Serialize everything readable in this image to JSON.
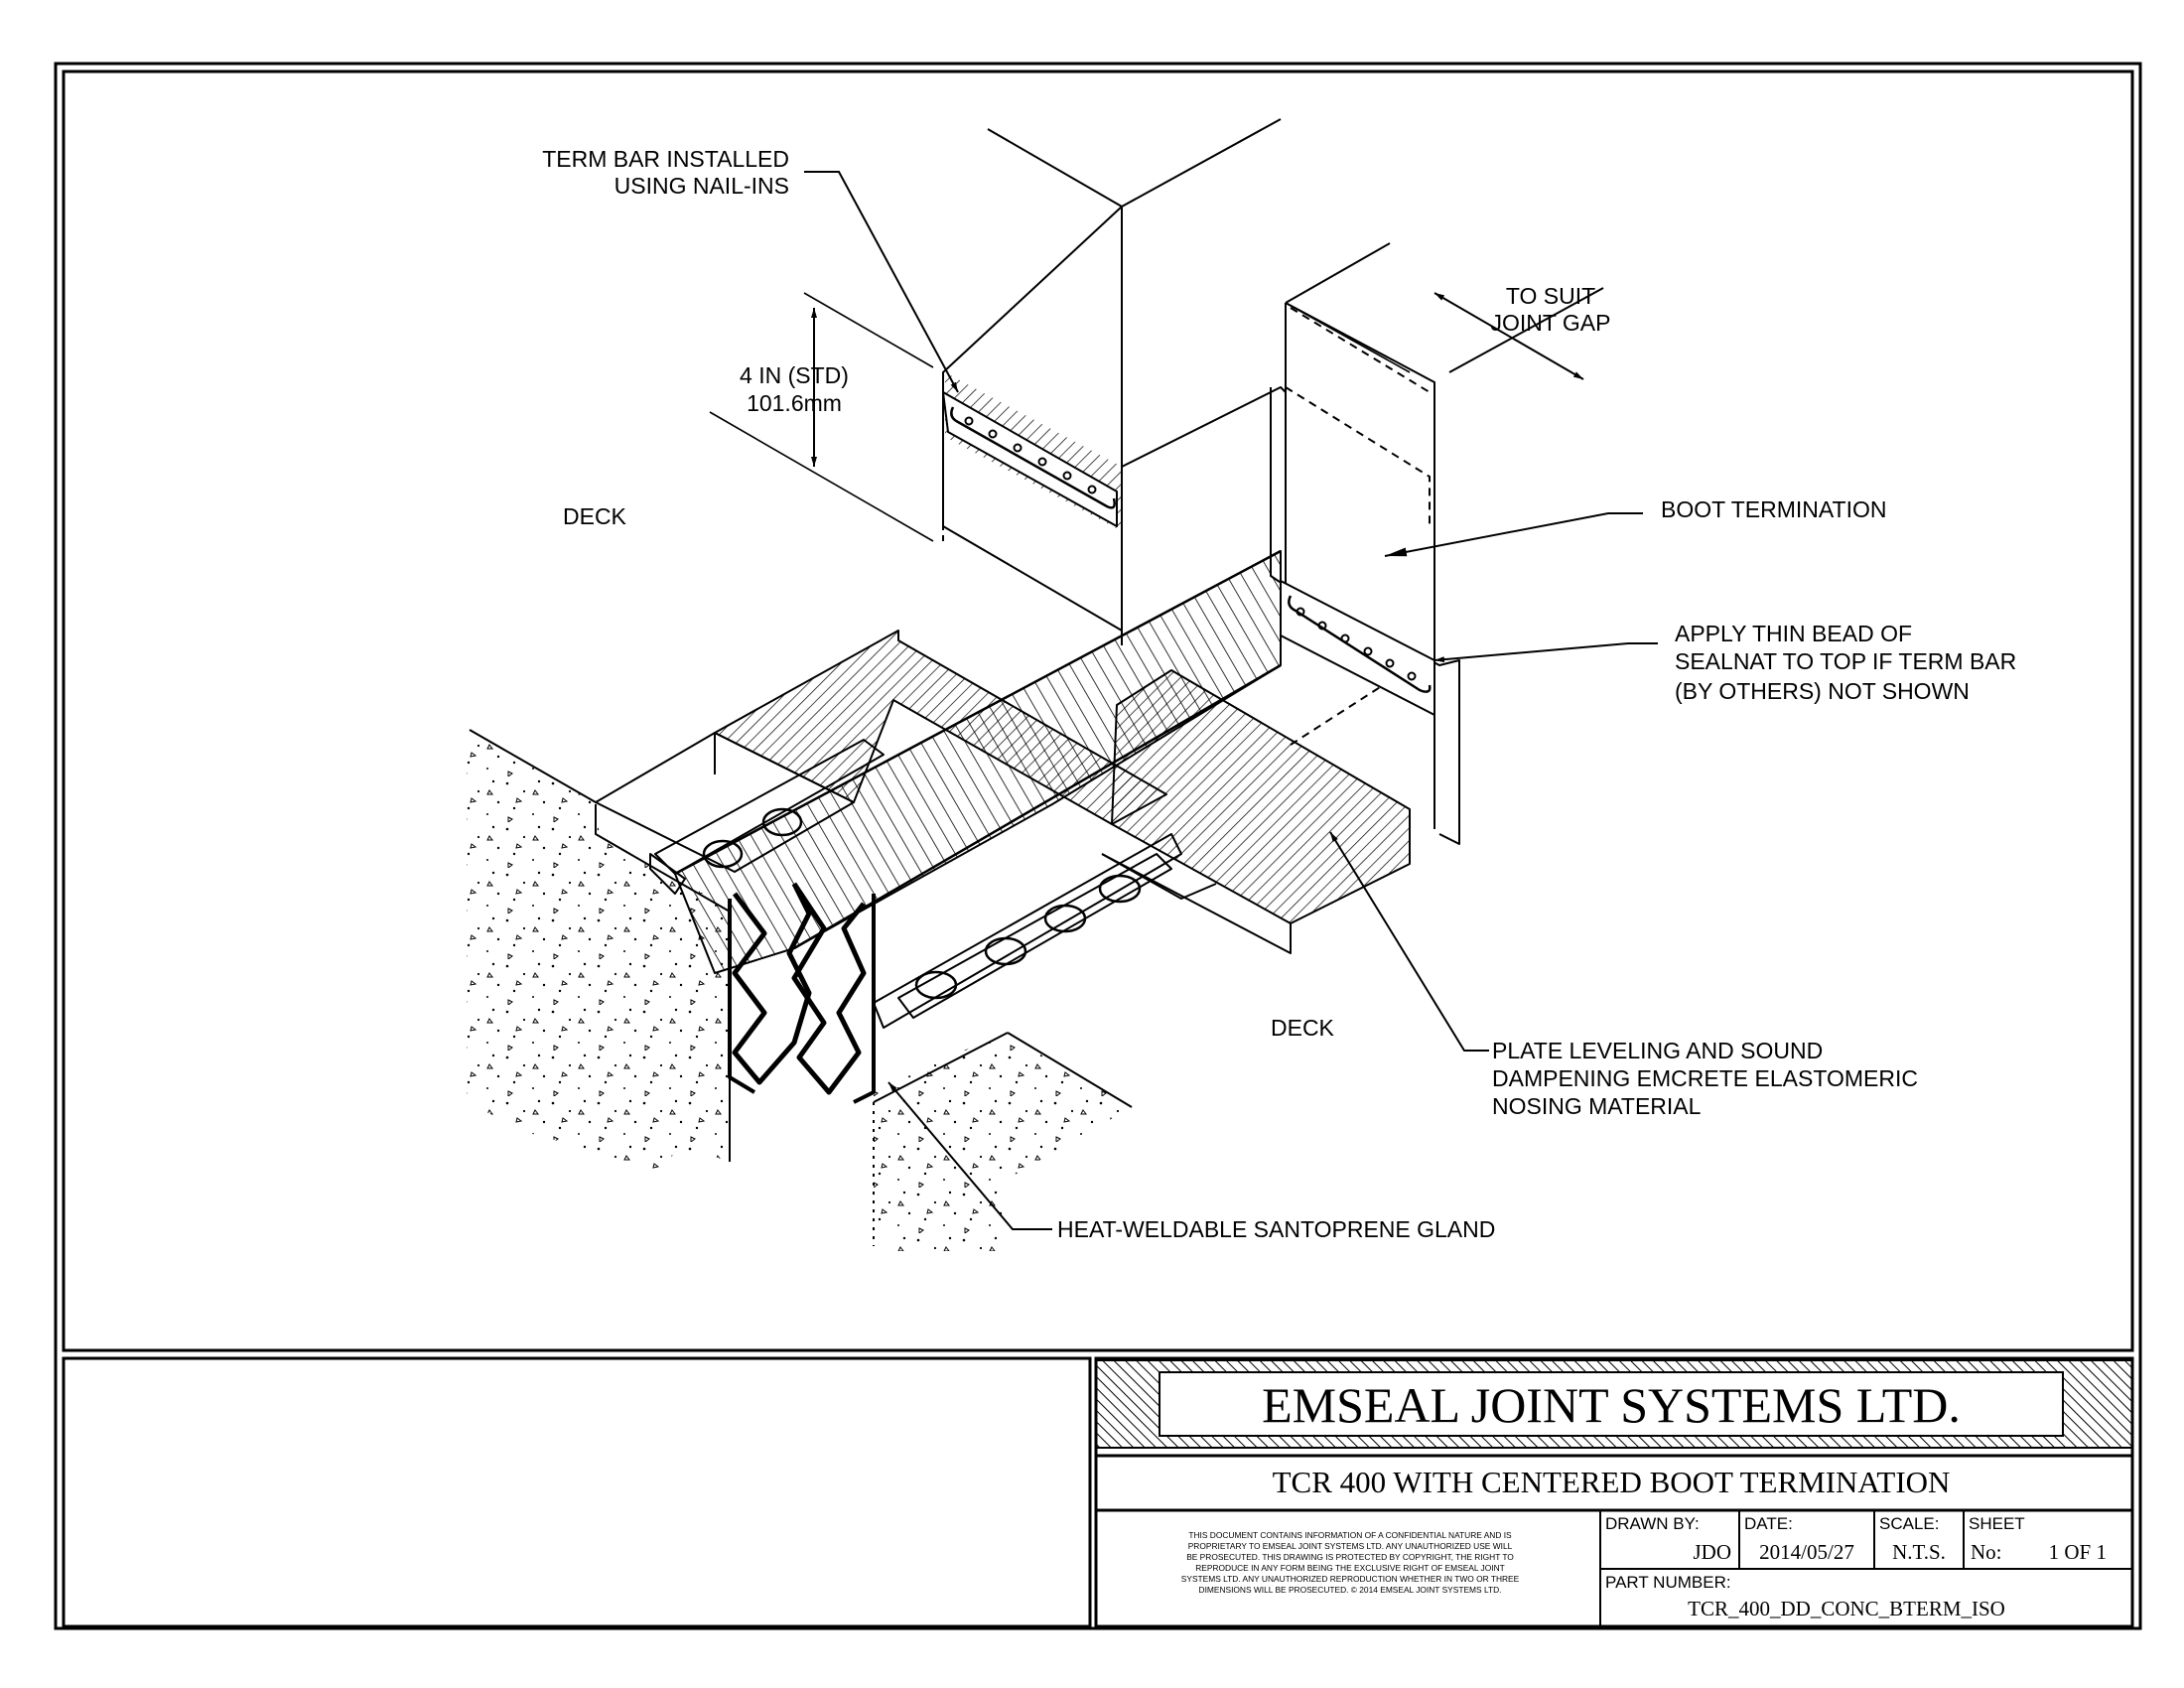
{
  "callouts": {
    "term_bar": [
      "TERM BAR INSTALLED",
      "USING NAIL-INS"
    ],
    "dimension": [
      "4 IN (STD)",
      "101.6mm"
    ],
    "joint_gap": [
      "TO SUIT",
      "JOINT GAP"
    ],
    "deck_left": "DECK",
    "deck_right": "DECK",
    "boot_termination": "BOOT TERMINATION",
    "sealnat": [
      "APPLY THIN BEAD OF",
      "SEALNAT TO TOP IF TERM BAR",
      "(BY OTHERS) NOT SHOWN"
    ],
    "plate_leveling": [
      "PLATE LEVELING AND SOUND",
      "DAMPENING EMCRETE ELASTOMERIC",
      "NOSING MATERIAL"
    ],
    "gland": "HEAT-WELDABLE SANTOPRENE GLAND"
  },
  "title_block": {
    "company": "EMSEAL JOINT SYSTEMS LTD.",
    "drawing_title": "TCR 400 WITH CENTERED BOOT TERMINATION",
    "notice": [
      "THIS DOCUMENT CONTAINS INFORMATION OF A CONFIDENTIAL NATURE AND IS",
      "PROPRIETARY TO EMSEAL JOINT SYSTEMS LTD. ANY UNAUTHORIZED USE WILL",
      "BE PROSECUTED. THIS DRAWING IS PROTECTED BY COPYRIGHT, THE RIGHT TO",
      "REPRODUCE IN ANY FORM BEING THE EXCLUSIVE RIGHT OF EMSEAL JOINT",
      "SYSTEMS LTD. ANY UNAUTHORIZED REPRODUCTION WHETHER IN TWO OR THREE",
      "DIMENSIONS WILL BE PROSECUTED. © 2014 EMSEAL JOINT SYSTEMS LTD."
    ],
    "drawn_by_label": "DRAWN BY:",
    "drawn_by": "JDO",
    "date_label": "DATE:",
    "date": "2014/05/27",
    "scale_label": "SCALE:",
    "scale": "N.T.S.",
    "sheet_label": "SHEET",
    "sheet_no_label": "No:",
    "sheet_no": "1 OF 1",
    "part_number_label": "PART NUMBER:",
    "part_number": "TCR_400_DD_CONC_BTERM_ISO"
  }
}
